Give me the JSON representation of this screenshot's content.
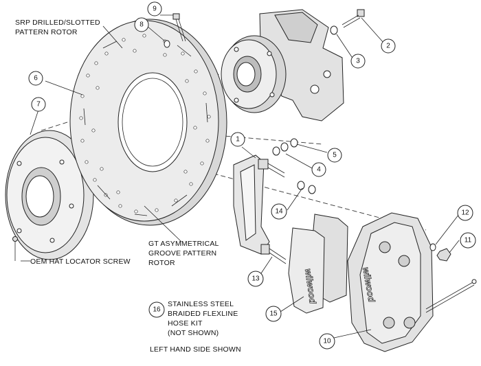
{
  "labels": {
    "rotor_srp_line1": "SRP DRILLED/SLOTTED",
    "rotor_srp_line2": "PATTERN ROTOR",
    "rotor_gt_line1": "GT ASYMMETRICAL",
    "rotor_gt_line2": "GROOVE PATTERN",
    "rotor_gt_line3": "ROTOR",
    "hat_screw": "OEM HAT LOCATOR SCREW",
    "hose_line1": "STAINLESS STEEL",
    "hose_line2": "BRAIDED FLEXLINE",
    "hose_line3": "HOSE KIT",
    "hose_line4": "(NOT SHOWN)",
    "side_note": "LEFT HAND SIDE SHOWN",
    "pad_brand": "wilwood",
    "caliper_brand": "wilwood"
  },
  "callouts": {
    "n1": "1",
    "n2": "2",
    "n3": "3",
    "n4": "4",
    "n5": "5",
    "n6": "6",
    "n7": "7",
    "n8": "8",
    "n9": "9",
    "n10": "10",
    "n11": "11",
    "n12": "12",
    "n13": "13",
    "n14": "14",
    "n15": "15",
    "n16": "16"
  },
  "colors": {
    "ink": "#222222",
    "rotor_face": "#e9e9e9",
    "metal": "#dcdcdc",
    "shadow": "#bdbdbd"
  }
}
